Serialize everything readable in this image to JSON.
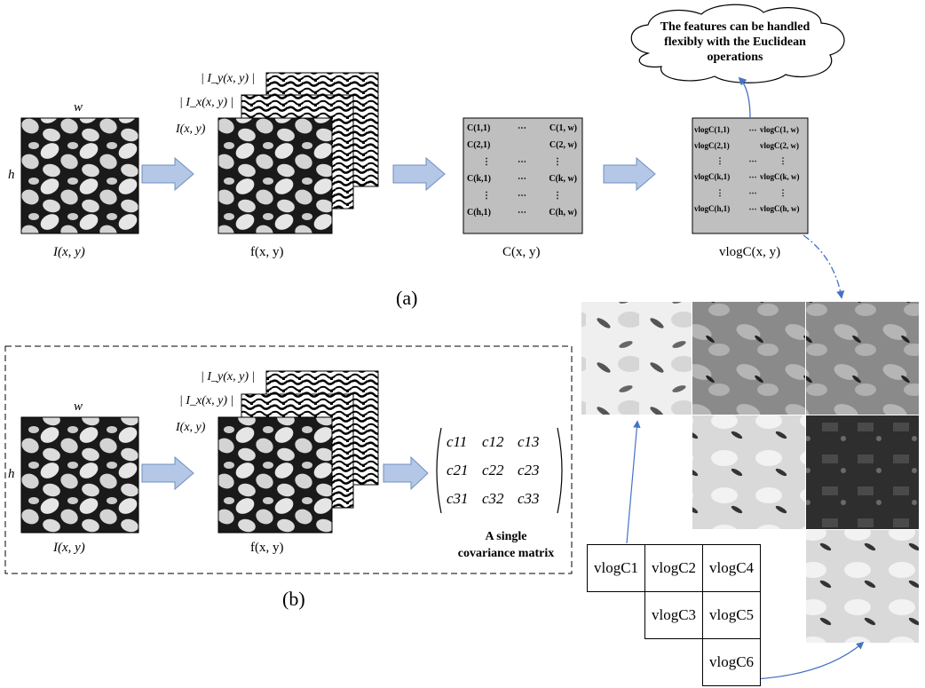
{
  "labels": {
    "w": "w",
    "h": "h",
    "Iy": "| I_y(x, y) |",
    "Ix": "| I_x(x, y) |",
    "Ixy": "I(x, y)",
    "input_caption": "I(x, y)",
    "feature_caption": "f(x, y)",
    "cov_caption": "C(x, y)",
    "vlog_caption": "vlogC(x, y)",
    "panel_a": "(a)",
    "panel_b": "(b)"
  },
  "cloud_text": "The features can be handled flexibly with the Euclidean operations",
  "cov_matrix_cells": {
    "r1": [
      "C(1,1)",
      "⋯",
      "C(1, w)"
    ],
    "r2": [
      "C(2,1)",
      "⋯",
      "C(2, w)"
    ],
    "r3": [
      "⋮",
      "⋯",
      "⋮"
    ],
    "r4": [
      "C(k,1)",
      "⋯",
      "C(k, w)"
    ],
    "r5": [
      "⋮",
      "⋯",
      "⋮"
    ],
    "r6": [
      "C(h,1)",
      "⋯",
      "C(h, w)"
    ]
  },
  "vlog_matrix_cells": {
    "r1": [
      "vlogC(1,1)",
      "⋯",
      "vlogC(1, w)"
    ],
    "r2": [
      "vlogC(2,1)",
      "⋯",
      "vlogC(2, w)"
    ],
    "r3": [
      "⋮",
      "⋯",
      "⋮"
    ],
    "r4": [
      "vlogC(k,1)",
      "⋯",
      "vlogC(k, w)"
    ],
    "r5": [
      "⋮",
      "⋯",
      "⋮"
    ],
    "r6": [
      "vlogC(h,1)",
      "⋯",
      "vlogC(h, w)"
    ]
  },
  "single_cov": {
    "c11": "c11",
    "c12": "c12",
    "c13": "c13",
    "c21": "c21",
    "c22": "c22",
    "c23": "c23",
    "c31": "c31",
    "c32": "c32",
    "c33": "c33",
    "caption_line1": "A single",
    "caption_line2": "covariance matrix"
  },
  "vlog_grid": {
    "c1": "vlogC1",
    "c2": "vlogC2",
    "c3": "vlogC3",
    "c4": "vlogC4",
    "c5": "vlogC5",
    "c6": "vlogC6"
  },
  "colors": {
    "arrow_fill": "#b4c7e7",
    "arrow_stroke": "#6f8fbf",
    "matrix_bg": "#bfbfbf",
    "link_blue": "#4472c4"
  }
}
